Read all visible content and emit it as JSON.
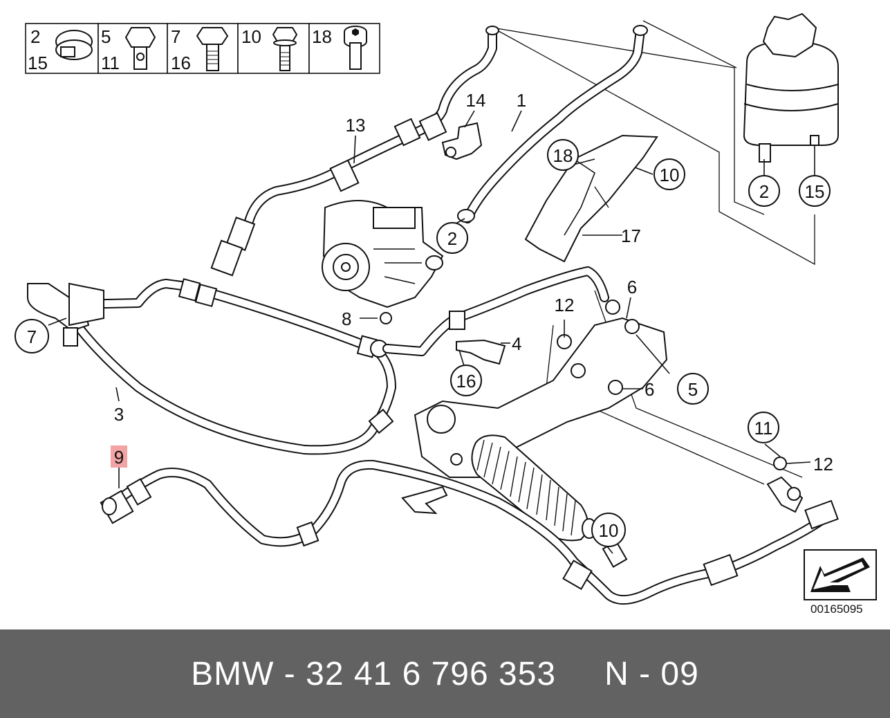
{
  "legend": [
    {
      "top": "2",
      "bottom": "15",
      "icon": "hose-clamp-icon"
    },
    {
      "top": "5",
      "bottom": "11",
      "icon": "banjo-bolt-icon"
    },
    {
      "top": "7",
      "bottom": "16",
      "icon": "hex-bolt-icon"
    },
    {
      "top": "10",
      "bottom": "",
      "icon": "flange-bolt-icon"
    },
    {
      "top": "18",
      "bottom": "",
      "icon": "socket-screw-icon"
    }
  ],
  "callouts": {
    "c2a": "2",
    "c2b": "2",
    "c15": "15",
    "c18": "18",
    "c10a": "10",
    "c7": "7",
    "c16": "16",
    "c5": "5",
    "c11": "11",
    "c10b": "10",
    "p1": "1",
    "p13": "13",
    "p14": "14",
    "p17": "17",
    "p8": "8",
    "p6a": "6",
    "p12a": "12",
    "p4": "4",
    "p6b": "6",
    "p3": "3",
    "p9": "9",
    "p12b": "12"
  },
  "highlight_color": "#f2a3a3",
  "diagram_number": "00165095",
  "footer": {
    "part_code": "BMW - 32 41 6 796 353",
    "ref": "N - 09",
    "background": "#626262"
  }
}
